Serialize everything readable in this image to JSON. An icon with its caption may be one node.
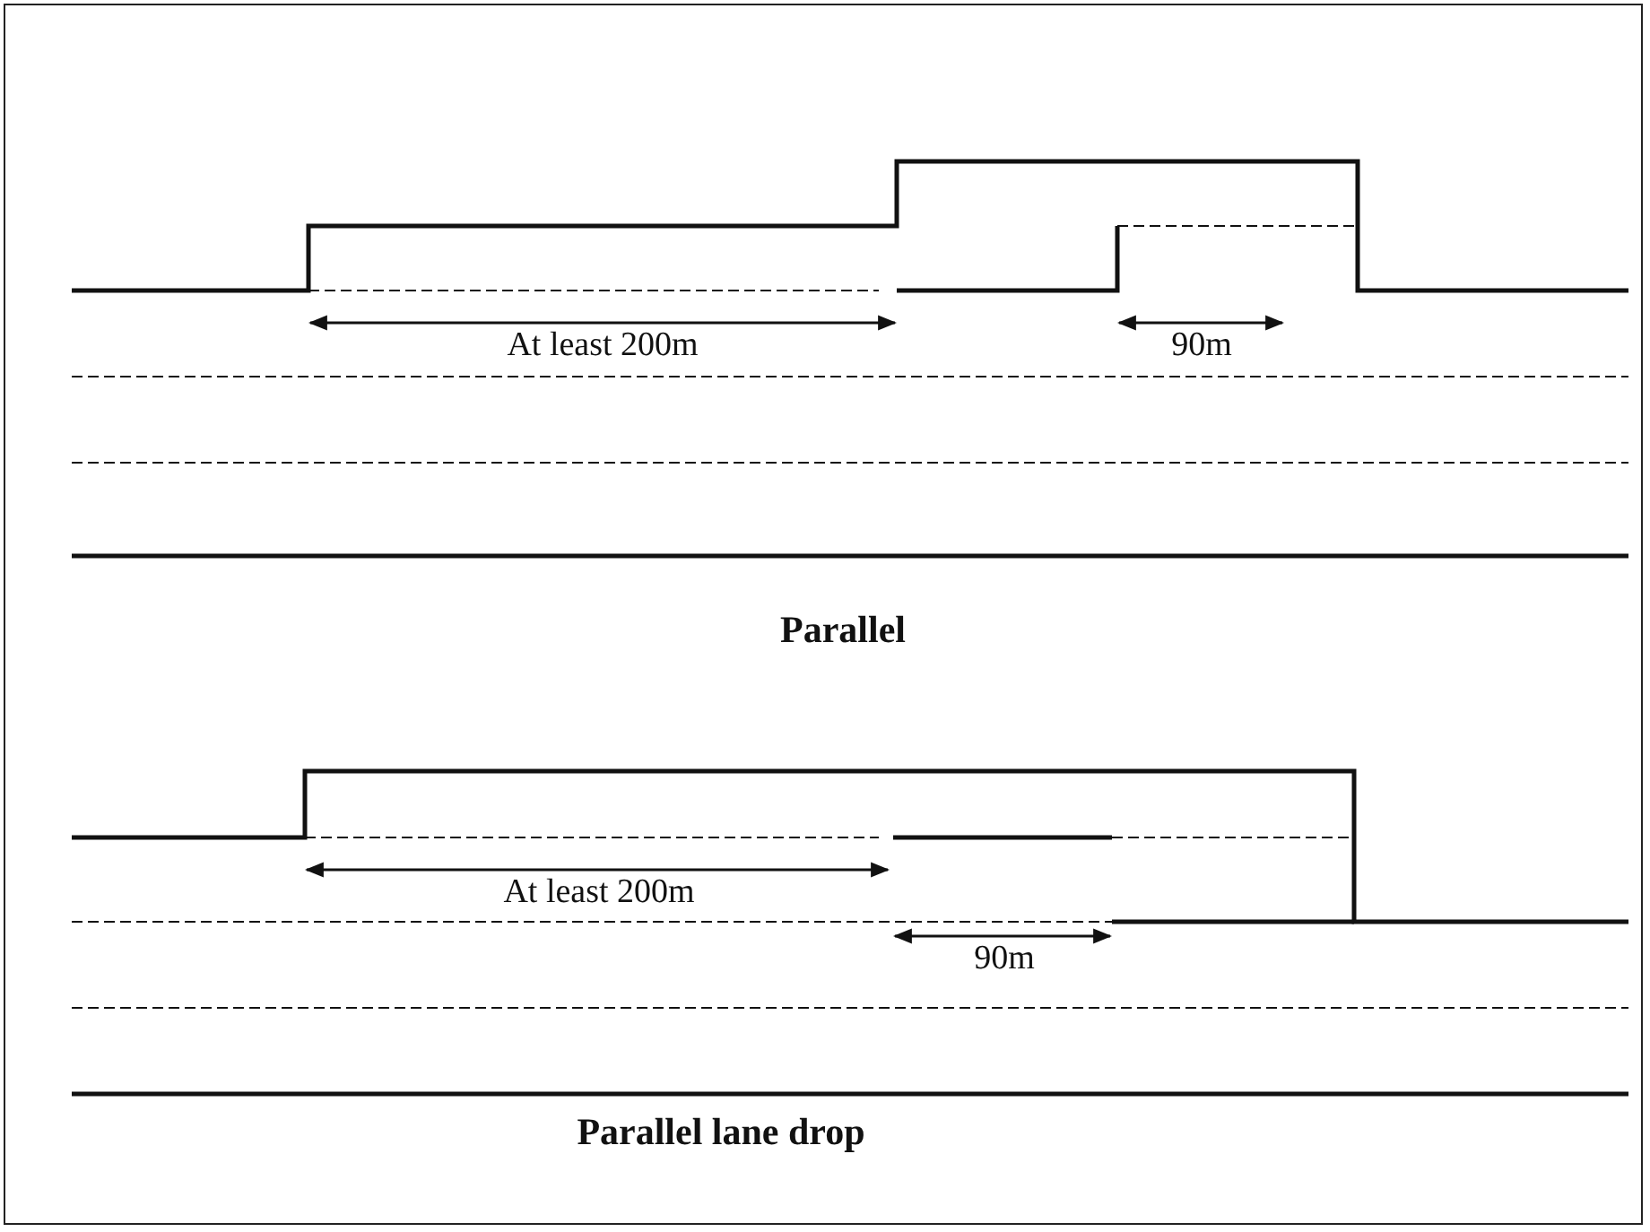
{
  "diagram": {
    "labels": [
      "At least 200m",
      "90m",
      "Parallel",
      "At least 200m",
      "90m",
      "Parallel lane drop"
    ]
  }
}
